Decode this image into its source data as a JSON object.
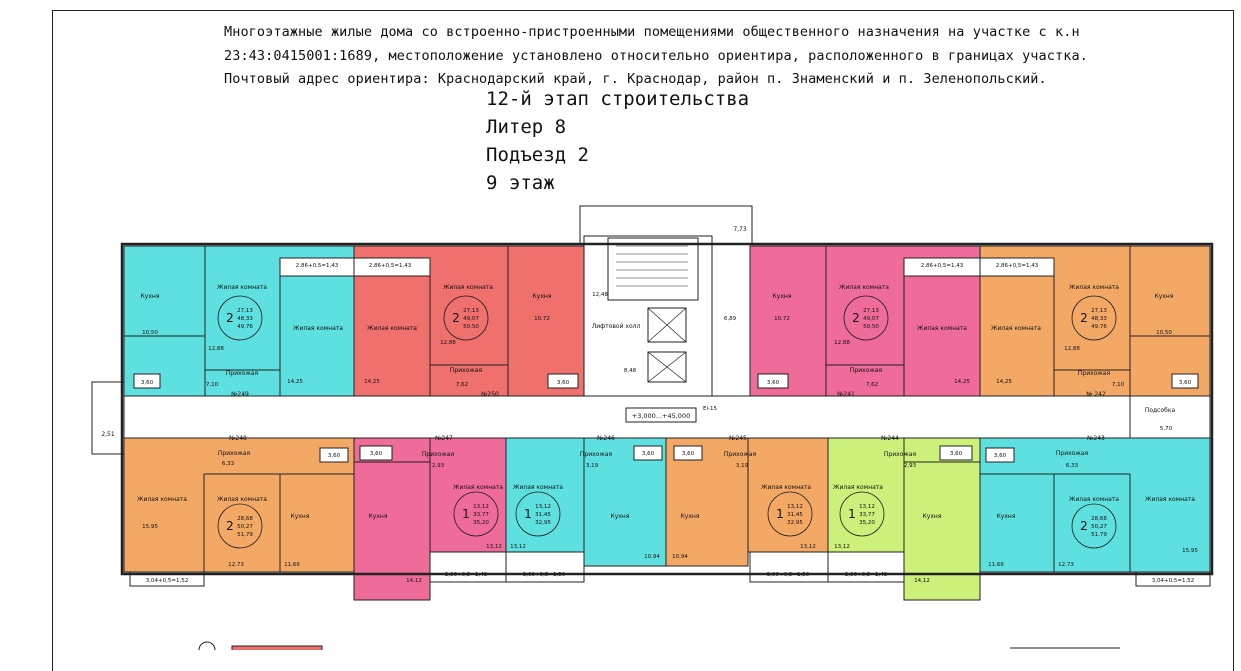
{
  "header": {
    "line1": "Многоэтажные жилые дома со встроенно-пристроенными помещениями общественного назначения на участке с к.н",
    "line2": "23:43:0415001:1689, местоположение установлено относительно ориентира, расположенного в границах участка.",
    "line3": "Почтовый адрес ориентира: Краснодарский край, г. Краснодар, район п. Знаменский и п. Зеленопольский."
  },
  "title": {
    "stage": "12-й этап строительства",
    "liter": "Литер 8",
    "entrance": "Подъезд 2",
    "floor": "9 этаж"
  },
  "colors": {
    "cyan": "#5fe0e0",
    "orange": "#f4a866",
    "red": "#f0706e",
    "pink": "#ef6b9a",
    "lime": "#cdf07a",
    "corridor": "#ffffff",
    "wall": "#222222"
  },
  "labels": {
    "kitchen": "Кухня",
    "living": "Жилая комната",
    "hall": "Прихожая",
    "lift_hall": "Лифтовой холл",
    "podsobka": "Подсобка",
    "level": "+3,000...+45,000",
    "el": "El-15"
  },
  "dims": {
    "stair": "12,48",
    "lift": "8,48",
    "vest": "6,89",
    "top": "7,73",
    "left": "2,51",
    "podsobka_area": "5,70"
  },
  "apartments_top": [
    {
      "num": "№249",
      "rooms": "2",
      "a1": "27,13",
      "a2": "48,33",
      "a3": "49,76",
      "balcony": "2,86+0,5=1,43",
      "kitchen": "10,50",
      "hall_area": "7,10",
      "living1": "12,88",
      "living2": "14,25",
      "bath": "3,60"
    },
    {
      "num": "№250",
      "rooms": "2",
      "a1": "27,13",
      "a2": "49,07",
      "a3": "50,50",
      "balcony": "2,86+0,5=1,43",
      "kitchen": "10,72",
      "hall_area": "7,62",
      "living1": "12,88",
      "living2": "14,25",
      "bath": "3,60"
    },
    {
      "num": "№241",
      "rooms": "2",
      "a1": "27,13",
      "a2": "49,07",
      "a3": "50,50",
      "balcony": "2,86+0,5=1,43",
      "kitchen": "10,72",
      "hall_area": "7,62",
      "living1": "12,88",
      "living2": "14,25",
      "bath": "3,60"
    },
    {
      "num": "№ 242",
      "rooms": "2",
      "a1": "27,13",
      "a2": "48,33",
      "a3": "49,76",
      "balcony": "2,86+0,5=1,43",
      "kitchen": "10,50",
      "hall_area": "7,10",
      "living1": "12,88",
      "living2": "14,25",
      "bath": "3,60"
    }
  ],
  "apartments_bottom": [
    {
      "num": "№248",
      "rooms": "2",
      "a1": "28,68",
      "a2": "50,27",
      "a3": "51,79",
      "balcony": "3,04+0,5=1,52",
      "kitchen": "11,66",
      "hall_area": "6,33",
      "living1": "15,95",
      "living2": "12,73",
      "bath": "3,60"
    },
    {
      "num": "№247",
      "rooms": "1",
      "a1": "13,12",
      "a2": "33,77",
      "a3": "35,20",
      "balcony": "2,86+0,5=1,43",
      "kitchen": "14,12",
      "hall_area": "2,93",
      "living1": "13,12",
      "bath": "3,60"
    },
    {
      "num": "№246",
      "rooms": "1",
      "a1": "13,12",
      "a2": "31,45",
      "a3": "32,95",
      "balcony": "3,00+0,5=1,50",
      "kitchen": "10,94",
      "hall_area": "3,19",
      "living1": "13,12",
      "bath": "3,60"
    },
    {
      "num": "№245",
      "rooms": "1",
      "a1": "13,12",
      "a2": "31,45",
      "a3": "32,95",
      "balcony": "3,00+0,5=1,50",
      "kitchen": "10,94",
      "hall_area": "3,19",
      "living1": "13,12",
      "bath": "3,60"
    },
    {
      "num": "№244",
      "rooms": "1",
      "a1": "13,12",
      "a2": "33,77",
      "a3": "35,20",
      "balcony": "2,86+0,5=1,43",
      "kitchen": "14,12",
      "hall_area": "2,93",
      "living1": "13,12",
      "bath": "3,60"
    },
    {
      "num": "№243",
      "rooms": "2",
      "a1": "28,68",
      "a2": "50,27",
      "a3": "51,79",
      "balcony": "3,04+0,5=1,52",
      "kitchen": "11,66",
      "hall_area": "6,33",
      "living1": "15,95",
      "living2": "12,73",
      "bath": "3,60"
    }
  ]
}
